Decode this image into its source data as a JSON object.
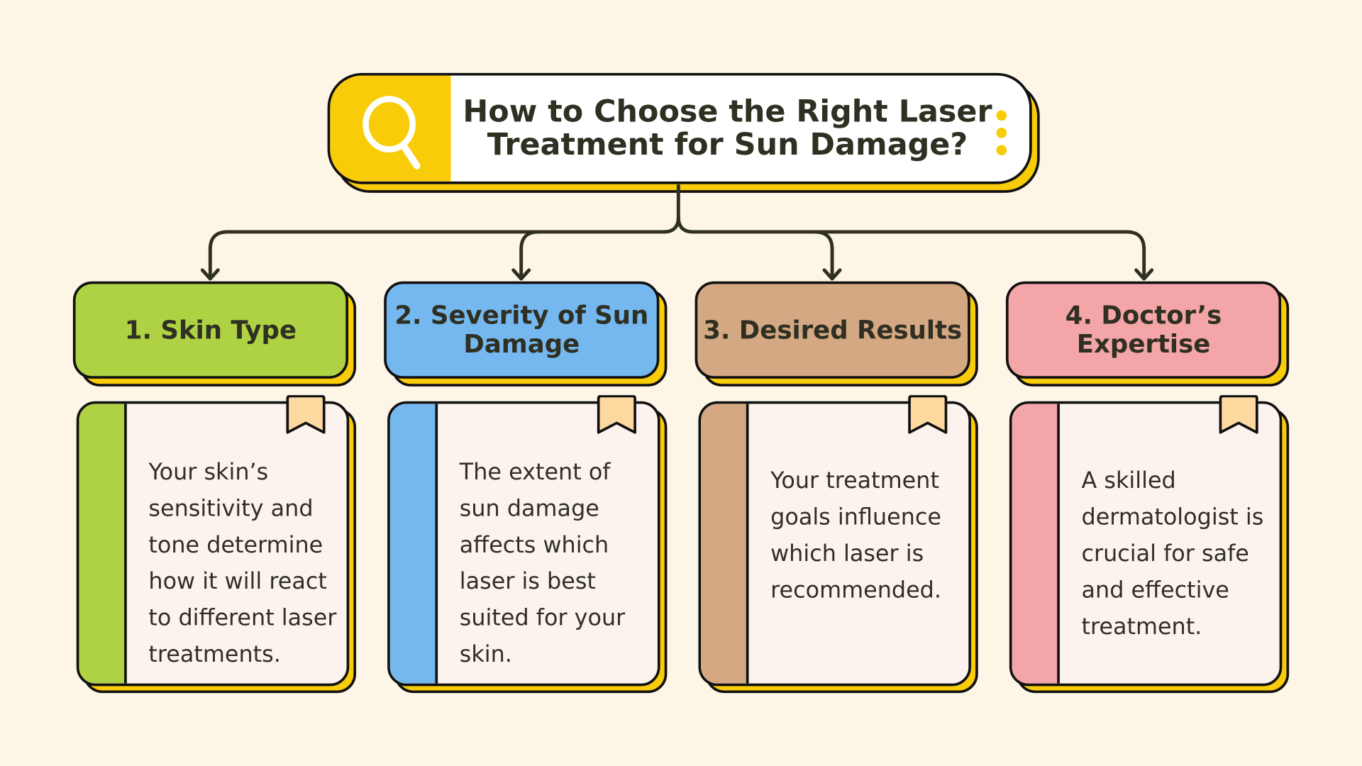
{
  "title": "How to Choose the Right Laser Treatment for Sun Damage?",
  "title_icon": "search-icon",
  "colors": {
    "background": "#fdf6e7",
    "accent": "#f9cc0a",
    "green": "#afd244",
    "blue": "#74b8ef",
    "tan": "#d4a883",
    "pink": "#f4a5a8"
  },
  "factors": [
    {
      "heading": "1. Skin Type",
      "text": "Your skin’s sensitivity and tone determine how it will react to different laser treatments.",
      "color": "#afd244"
    },
    {
      "heading": "2. Severity of Sun Damage",
      "text": "The extent of sun damage affects which laser is best suited for your skin.",
      "color": "#74b8ef"
    },
    {
      "heading": "3. Desired Results",
      "text": "Your treatment goals influence which laser is recommended.",
      "color": "#d4a883"
    },
    {
      "heading": "4. Doctor’s Expertise",
      "text": "A skilled dermatologist is crucial for safe and effective treatment.",
      "color": "#f4a5a8"
    }
  ]
}
